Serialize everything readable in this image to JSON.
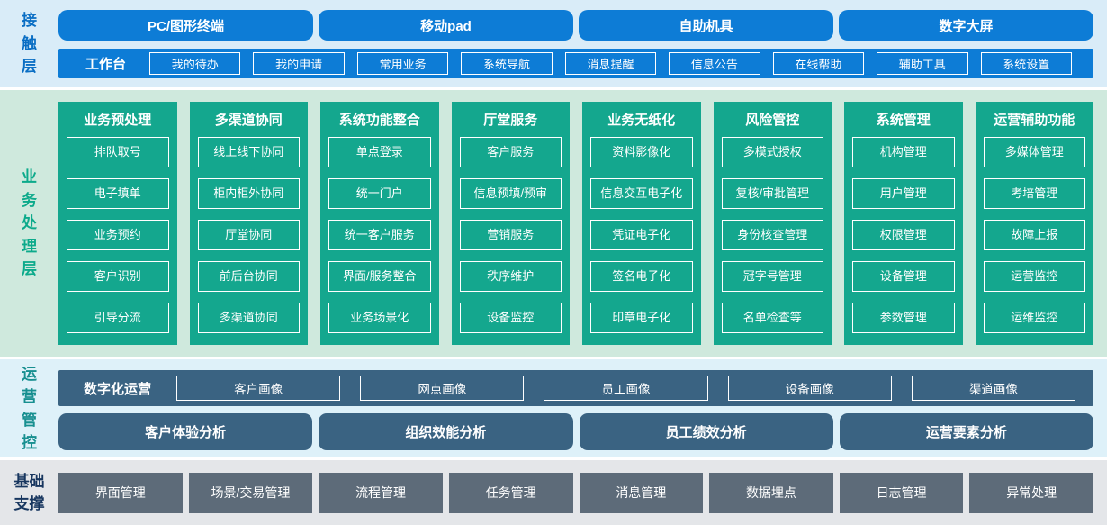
{
  "colors": {
    "accent_blue": "#0d7cd6",
    "contact_band_bg": "#d9ecf8",
    "green_panel": "#14a78e",
    "processing_band_bg": "#cfe9dd",
    "slate_blue": "#3a6382",
    "operations_band_bg": "#def1f9",
    "gray_box": "#5d6b79",
    "foundation_band_bg": "#e4e6e9",
    "contact_label": "#0a6ec4",
    "processing_label": "#0caa8b",
    "operations_label": "#178f90",
    "foundation_label": "#17365f"
  },
  "layers": {
    "contact": {
      "label": "接触层",
      "terminals": [
        "PC/图形终端",
        "移动pad",
        "自助机具",
        "数字大屏"
      ],
      "workbench": {
        "label": "工作台",
        "items": [
          "我的待办",
          "我的申请",
          "常用业务",
          "系统导航",
          "消息提醒",
          "信息公告",
          "在线帮助",
          "辅助工具",
          "系统设置"
        ]
      }
    },
    "processing": {
      "label": "业务处理层",
      "columns": [
        {
          "title": "业务预处理",
          "items": [
            "排队取号",
            "电子填单",
            "业务预约",
            "客户识别",
            "引导分流"
          ]
        },
        {
          "title": "多渠道协同",
          "items": [
            "线上线下协同",
            "柜内柜外协同",
            "厅堂协同",
            "前后台协同",
            "多渠道协同"
          ]
        },
        {
          "title": "系统功能整合",
          "items": [
            "单点登录",
            "统一门户",
            "统一客户服务",
            "界面/服务整合",
            "业务场景化"
          ]
        },
        {
          "title": "厅堂服务",
          "items": [
            "客户服务",
            "信息预填/预审",
            "营销服务",
            "秩序维护",
            "设备监控"
          ]
        },
        {
          "title": "业务无纸化",
          "items": [
            "资料影像化",
            "信息交互电子化",
            "凭证电子化",
            "签名电子化",
            "印章电子化"
          ]
        },
        {
          "title": "风险管控",
          "items": [
            "多模式授权",
            "复核/审批管理",
            "身份核查管理",
            "冠字号管理",
            "名单检查等"
          ]
        },
        {
          "title": "系统管理",
          "items": [
            "机构管理",
            "用户管理",
            "权限管理",
            "设备管理",
            "参数管理"
          ]
        },
        {
          "title": "运营辅助功能",
          "items": [
            "多媒体管理",
            "考培管理",
            "故障上报",
            "运营监控",
            "运维监控"
          ]
        }
      ]
    },
    "operations": {
      "label": "运营管控",
      "digital": {
        "label": "数字化运营",
        "items": [
          "客户画像",
          "网点画像",
          "员工画像",
          "设备画像",
          "渠道画像"
        ]
      },
      "analyses": [
        "客户体验分析",
        "组织效能分析",
        "员工绩效分析",
        "运营要素分析"
      ]
    },
    "foundation": {
      "label": "基础支撑",
      "items": [
        "界面管理",
        "场景/交易管理",
        "流程管理",
        "任务管理",
        "消息管理",
        "数据埋点",
        "日志管理",
        "异常处理"
      ]
    }
  }
}
